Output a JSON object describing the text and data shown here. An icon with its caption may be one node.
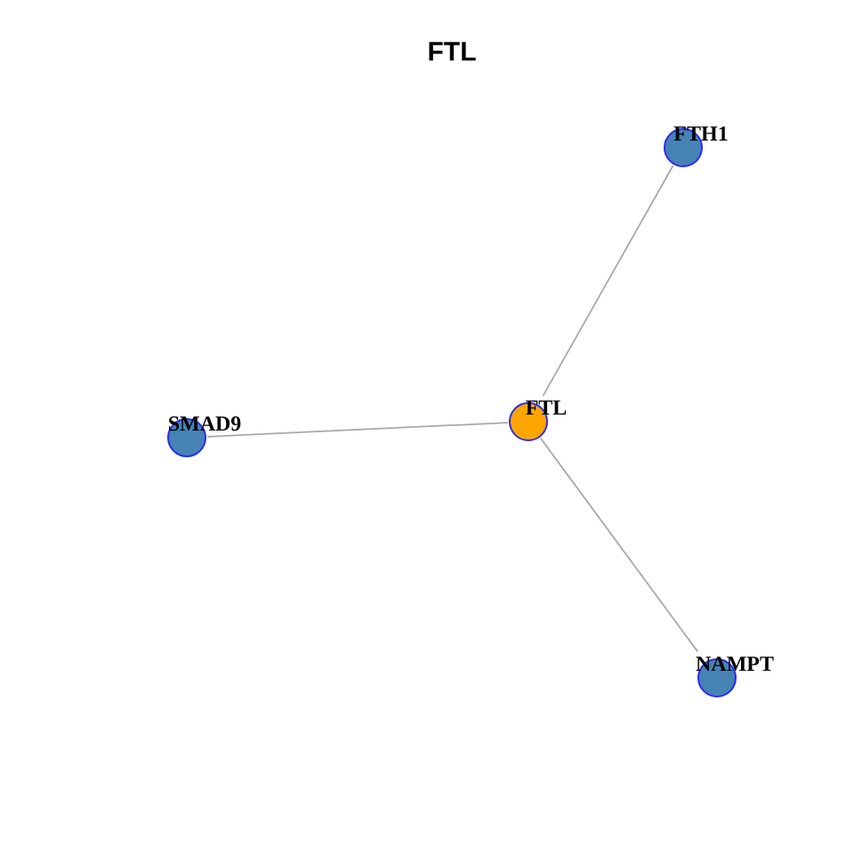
{
  "diagram": {
    "title": "FTL",
    "nodes": [
      {
        "text": [
          "FTH1"
        ]
      },
      {
        "text": [
          "SMAD9"
        ]
      },
      {
        "text": [
          "FTL"
        ]
      },
      {
        "text": [
          "NAMPT"
        ]
      }
    ],
    "edges": [
      {
        "from": 2,
        "to": 0,
        "arrow": "none"
      },
      {
        "from": 2,
        "to": 1,
        "arrow": "none"
      },
      {
        "from": 2,
        "to": 3,
        "arrow": "none"
      }
    ]
  }
}
